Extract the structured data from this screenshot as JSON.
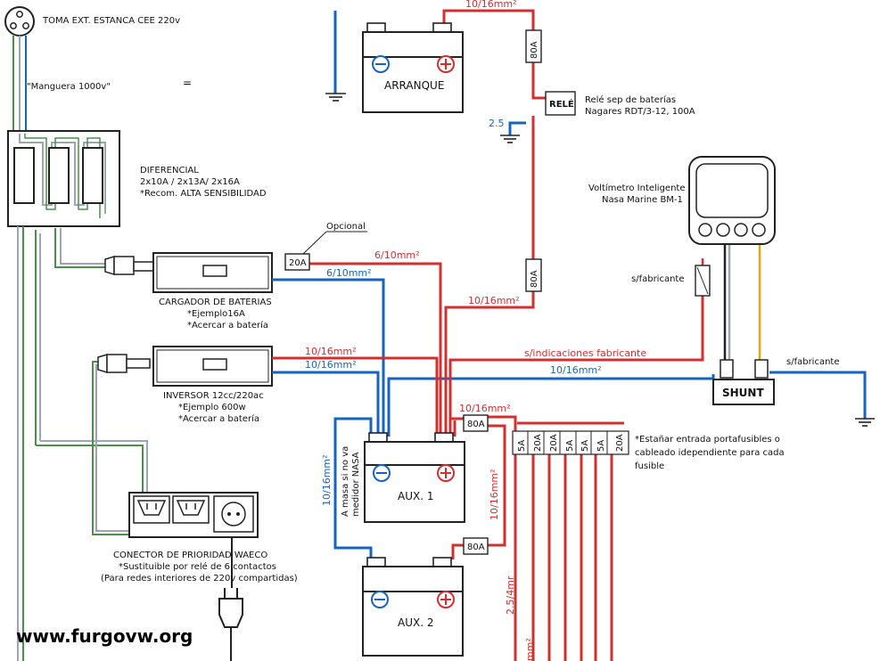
{
  "labels": {
    "outlet": "TOMA EXT. ESTANCA CEE 220v",
    "hose": "\"Manguera 1000v\"",
    "equals": "=",
    "differential_1": "DIFERENCIAL",
    "differential_2": "2x10A / 2x13A/ 2x16A",
    "differential_3": "*Recom. ALTA SENSIBILIDAD",
    "optional": "Opcional",
    "charger_1": "CARGADOR DE BATERIAS",
    "charger_2": "*Ejemplo16A",
    "charger_3": "*Acercar a batería",
    "inverter_1": "INVERSOR 12cc/220ac",
    "inverter_2": "*Ejemplo 600w",
    "inverter_3": "*Acercar a batería",
    "waeco_1": "CONECTOR DE PRIORIDAD WAECO",
    "waeco_2": "*Sustituible por relé de 6 contactos",
    "waeco_3": "(Para redes interiores de 220v compartidas)",
    "relay_box": "RELÉ",
    "relay_desc_1": "Relé sep de baterías",
    "relay_desc_2": "Nagares RDT/3-12, 100A",
    "voltmeter_1": "Voltímetro Inteligente",
    "voltmeter_2": "Nasa Marine BM-1",
    "s_fab_left": "s/fabricante",
    "s_fab_right": "s/fabricante",
    "shunt": "SHUNT",
    "ground_note_1": "A masa si no va",
    "ground_note_2": "medidor NASA",
    "fuse_note_1": "*Estañar entrada portafusibles o",
    "fuse_note_2": "cableado idependiente para cada",
    "fuse_note_3": "fusible",
    "watermark": "www.furgovw.org"
  },
  "batteries": {
    "start": "ARRANQUE",
    "aux1": "AUX. 1",
    "aux2": "AUX. 2"
  },
  "fuses": {
    "f_top_80": "80A",
    "f_mid_80": "80A",
    "f_20": "20A",
    "f_aux1_80": "80A",
    "f_aux2_80": "80A",
    "block": [
      "5A",
      "20A",
      "20A",
      "5A",
      "5A",
      "5A",
      "20A"
    ]
  },
  "wires": {
    "w_top_10_16": "10/16mm²",
    "w_2_5": "2.5",
    "w_6_10_red": "6/10mm²",
    "w_6_10_blue": "6/10mm²",
    "w_10_16_right": "10/16mm²",
    "w_10_16_inv_red": "10/16mm²",
    "w_10_16_inv_blue": "10/16mm²",
    "w_indic": "s/indicaciones fabricante",
    "w_10_16_shunt": "10/16mm²",
    "w_10_16_aux": "10/16mm²",
    "w_10_16_vert_left": "10/16mm²",
    "w_10_16_vert_right": "10/16mm²",
    "w_2_5_4": "2.5/4mr",
    "w_bottom": "mm²"
  },
  "colors": {
    "positive": "#d32f2f",
    "negative": "#1565c0",
    "earth": "#4a8f4a",
    "neutral": "#9aa6b2",
    "sense": "#e8a317"
  }
}
